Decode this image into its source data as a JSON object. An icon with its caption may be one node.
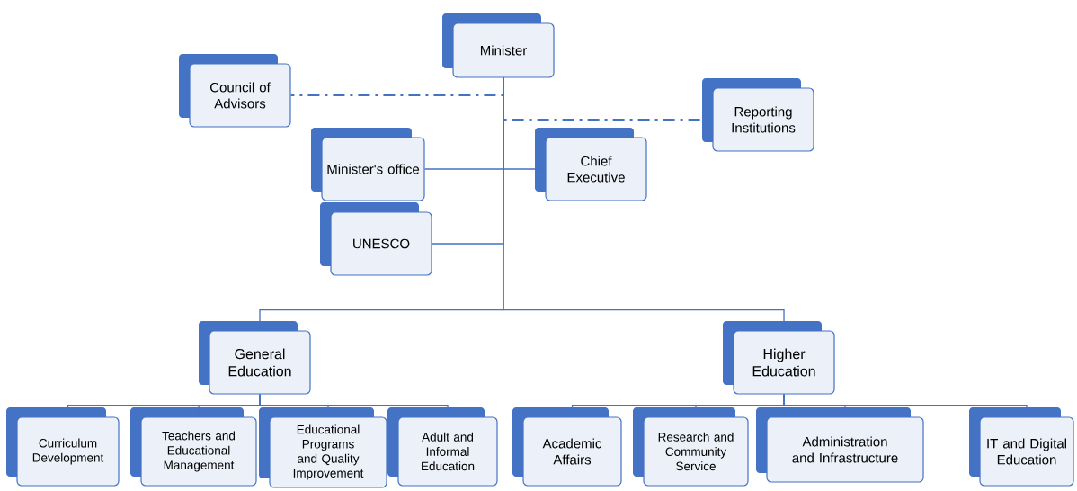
{
  "diagram": {
    "nodes": [
      {
        "text": [
          "Minister"
        ]
      },
      {
        "text": [
          "Council of Advisors"
        ]
      },
      {
        "text": [
          "Reporting Institutions"
        ]
      },
      {
        "text": [
          "Minister's office"
        ]
      },
      {
        "text": [
          "Chief Executive"
        ]
      },
      {
        "text": [
          "UNESCO"
        ]
      },
      {
        "text": [
          "General Education"
        ]
      },
      {
        "text": [
          "Higher Education"
        ]
      },
      {
        "text": [
          "Curriculum Development"
        ]
      },
      {
        "text": [
          "Teachers and Educational Management"
        ]
      },
      {
        "text": [
          "Educational Programs and Quality Improvement"
        ]
      },
      {
        "text": [
          "Adult and Informal Education"
        ]
      },
      {
        "text": [
          "Academic Affairs"
        ]
      },
      {
        "text": [
          "Research and Community Service"
        ]
      },
      {
        "text": [
          "Administration and Infrastructure"
        ]
      },
      {
        "text": [
          "IT and Digital Education"
        ]
      }
    ],
    "edges": [
      {
        "from": 0,
        "to": 1,
        "arrow": "none",
        "style": "dashed"
      },
      {
        "from": 0,
        "to": 2,
        "arrow": "none",
        "style": "dashed"
      },
      {
        "from": 0,
        "to": 3,
        "arrow": "none"
      },
      {
        "from": 0,
        "to": 4,
        "arrow": "none"
      },
      {
        "from": 0,
        "to": 5,
        "arrow": "none"
      },
      {
        "from": 0,
        "to": 6,
        "arrow": "none"
      },
      {
        "from": 0,
        "to": 7,
        "arrow": "none"
      },
      {
        "from": 6,
        "to": 8,
        "arrow": "none"
      },
      {
        "from": 6,
        "to": 9,
        "arrow": "none"
      },
      {
        "from": 6,
        "to": 10,
        "arrow": "none"
      },
      {
        "from": 6,
        "to": 11,
        "arrow": "none"
      },
      {
        "from": 7,
        "to": 12,
        "arrow": "none"
      },
      {
        "from": 7,
        "to": 13,
        "arrow": "none"
      },
      {
        "from": 7,
        "to": 14,
        "arrow": "none"
      },
      {
        "from": 7,
        "to": 15,
        "arrow": "none"
      }
    ]
  }
}
